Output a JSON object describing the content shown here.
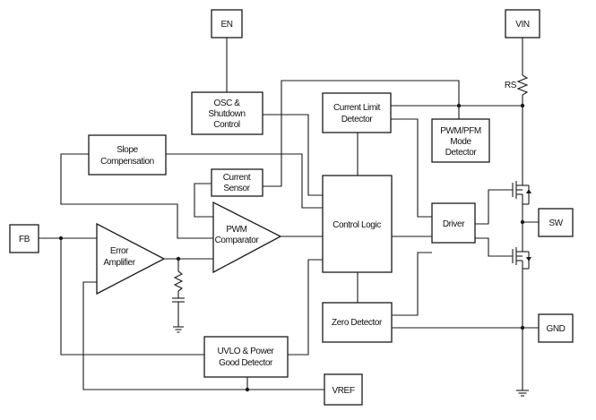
{
  "blocks": {
    "en": "EN",
    "vin": "VIN",
    "osc_line1": "OSC &",
    "osc_line2": "Shutdown",
    "osc_line3": "Control",
    "current_limit_line1": "Current Limit",
    "current_limit_line2": "Detector",
    "pwm_pfm_line1": "PWM/PFM",
    "pwm_pfm_line2": "Mode",
    "pwm_pfm_line3": "Detector",
    "slope_line1": "Slope",
    "slope_line2": "Compensation",
    "current_sensor_line1": "Current",
    "current_sensor_line2": "Sensor",
    "control_logic": "Control Logic",
    "driver": "Driver",
    "sw": "SW",
    "fb": "FB",
    "error_amp_line1": "Error",
    "error_amp_line2": "Amplifier",
    "pwm_comp_line1": "PWM",
    "pwm_comp_line2": "Comparator",
    "zero_detector": "Zero Detector",
    "gnd": "GND",
    "uvlo_line1": "UVLO & Power",
    "uvlo_line2": "Good Detector",
    "vref": "VREF",
    "rs": "RS"
  }
}
